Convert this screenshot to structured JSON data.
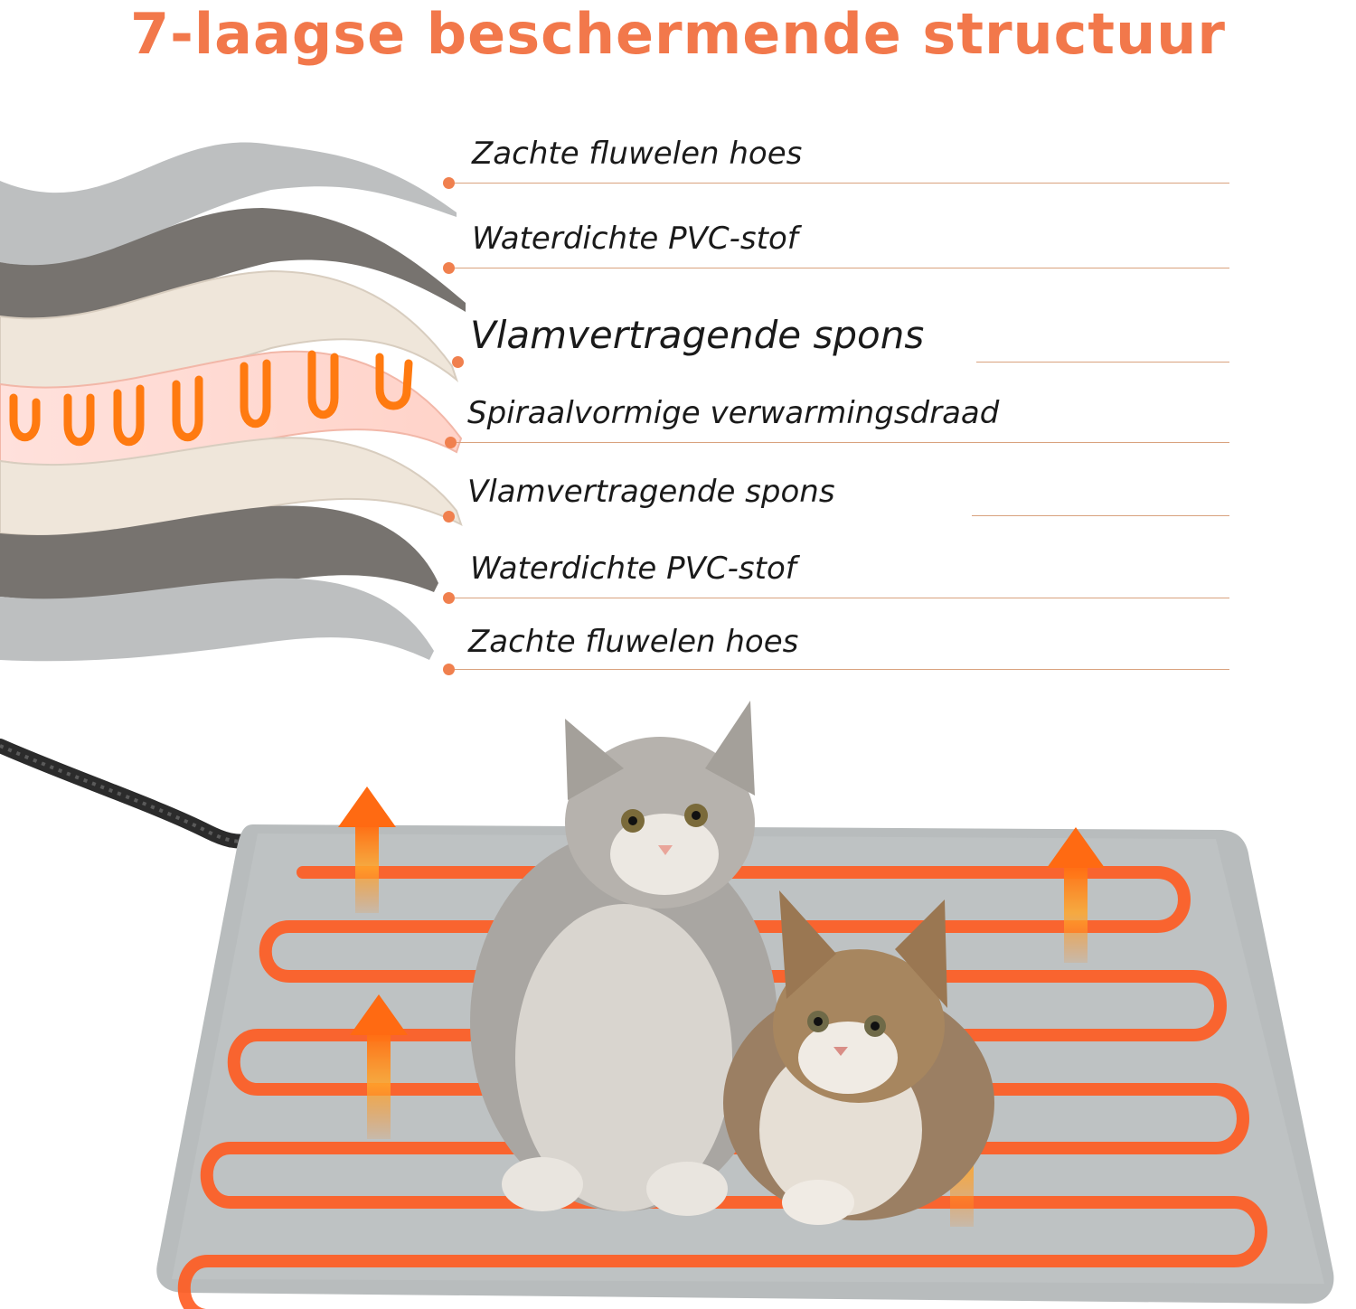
{
  "title": "7-laagse beschermende structuur",
  "layers": [
    {
      "label": "Zachte fluwelen hoes",
      "icon": "velvet-layer-icon"
    },
    {
      "label": "Waterdichte PVC-stof",
      "icon": "pvc-layer-icon"
    },
    {
      "label": "Vlamvertragende spons",
      "icon": "sponge-layer-icon"
    },
    {
      "label": "Spiraalvormige verwarmingsdraad",
      "icon": "heating-wire-icon"
    },
    {
      "label": "Vlamvertragende spons",
      "icon": "sponge-layer-icon"
    },
    {
      "label": "Waterdichte PVC-stof",
      "icon": "pvc-layer-icon"
    },
    {
      "label": "Zachte fluwelen hoes",
      "icon": "velvet-layer-icon"
    }
  ],
  "colors": {
    "accent": "#f2784b",
    "velvet": "#b9bcbd",
    "pvc": "#76726f",
    "sponge": "#efe6da",
    "heat": "#ff5a1f"
  }
}
